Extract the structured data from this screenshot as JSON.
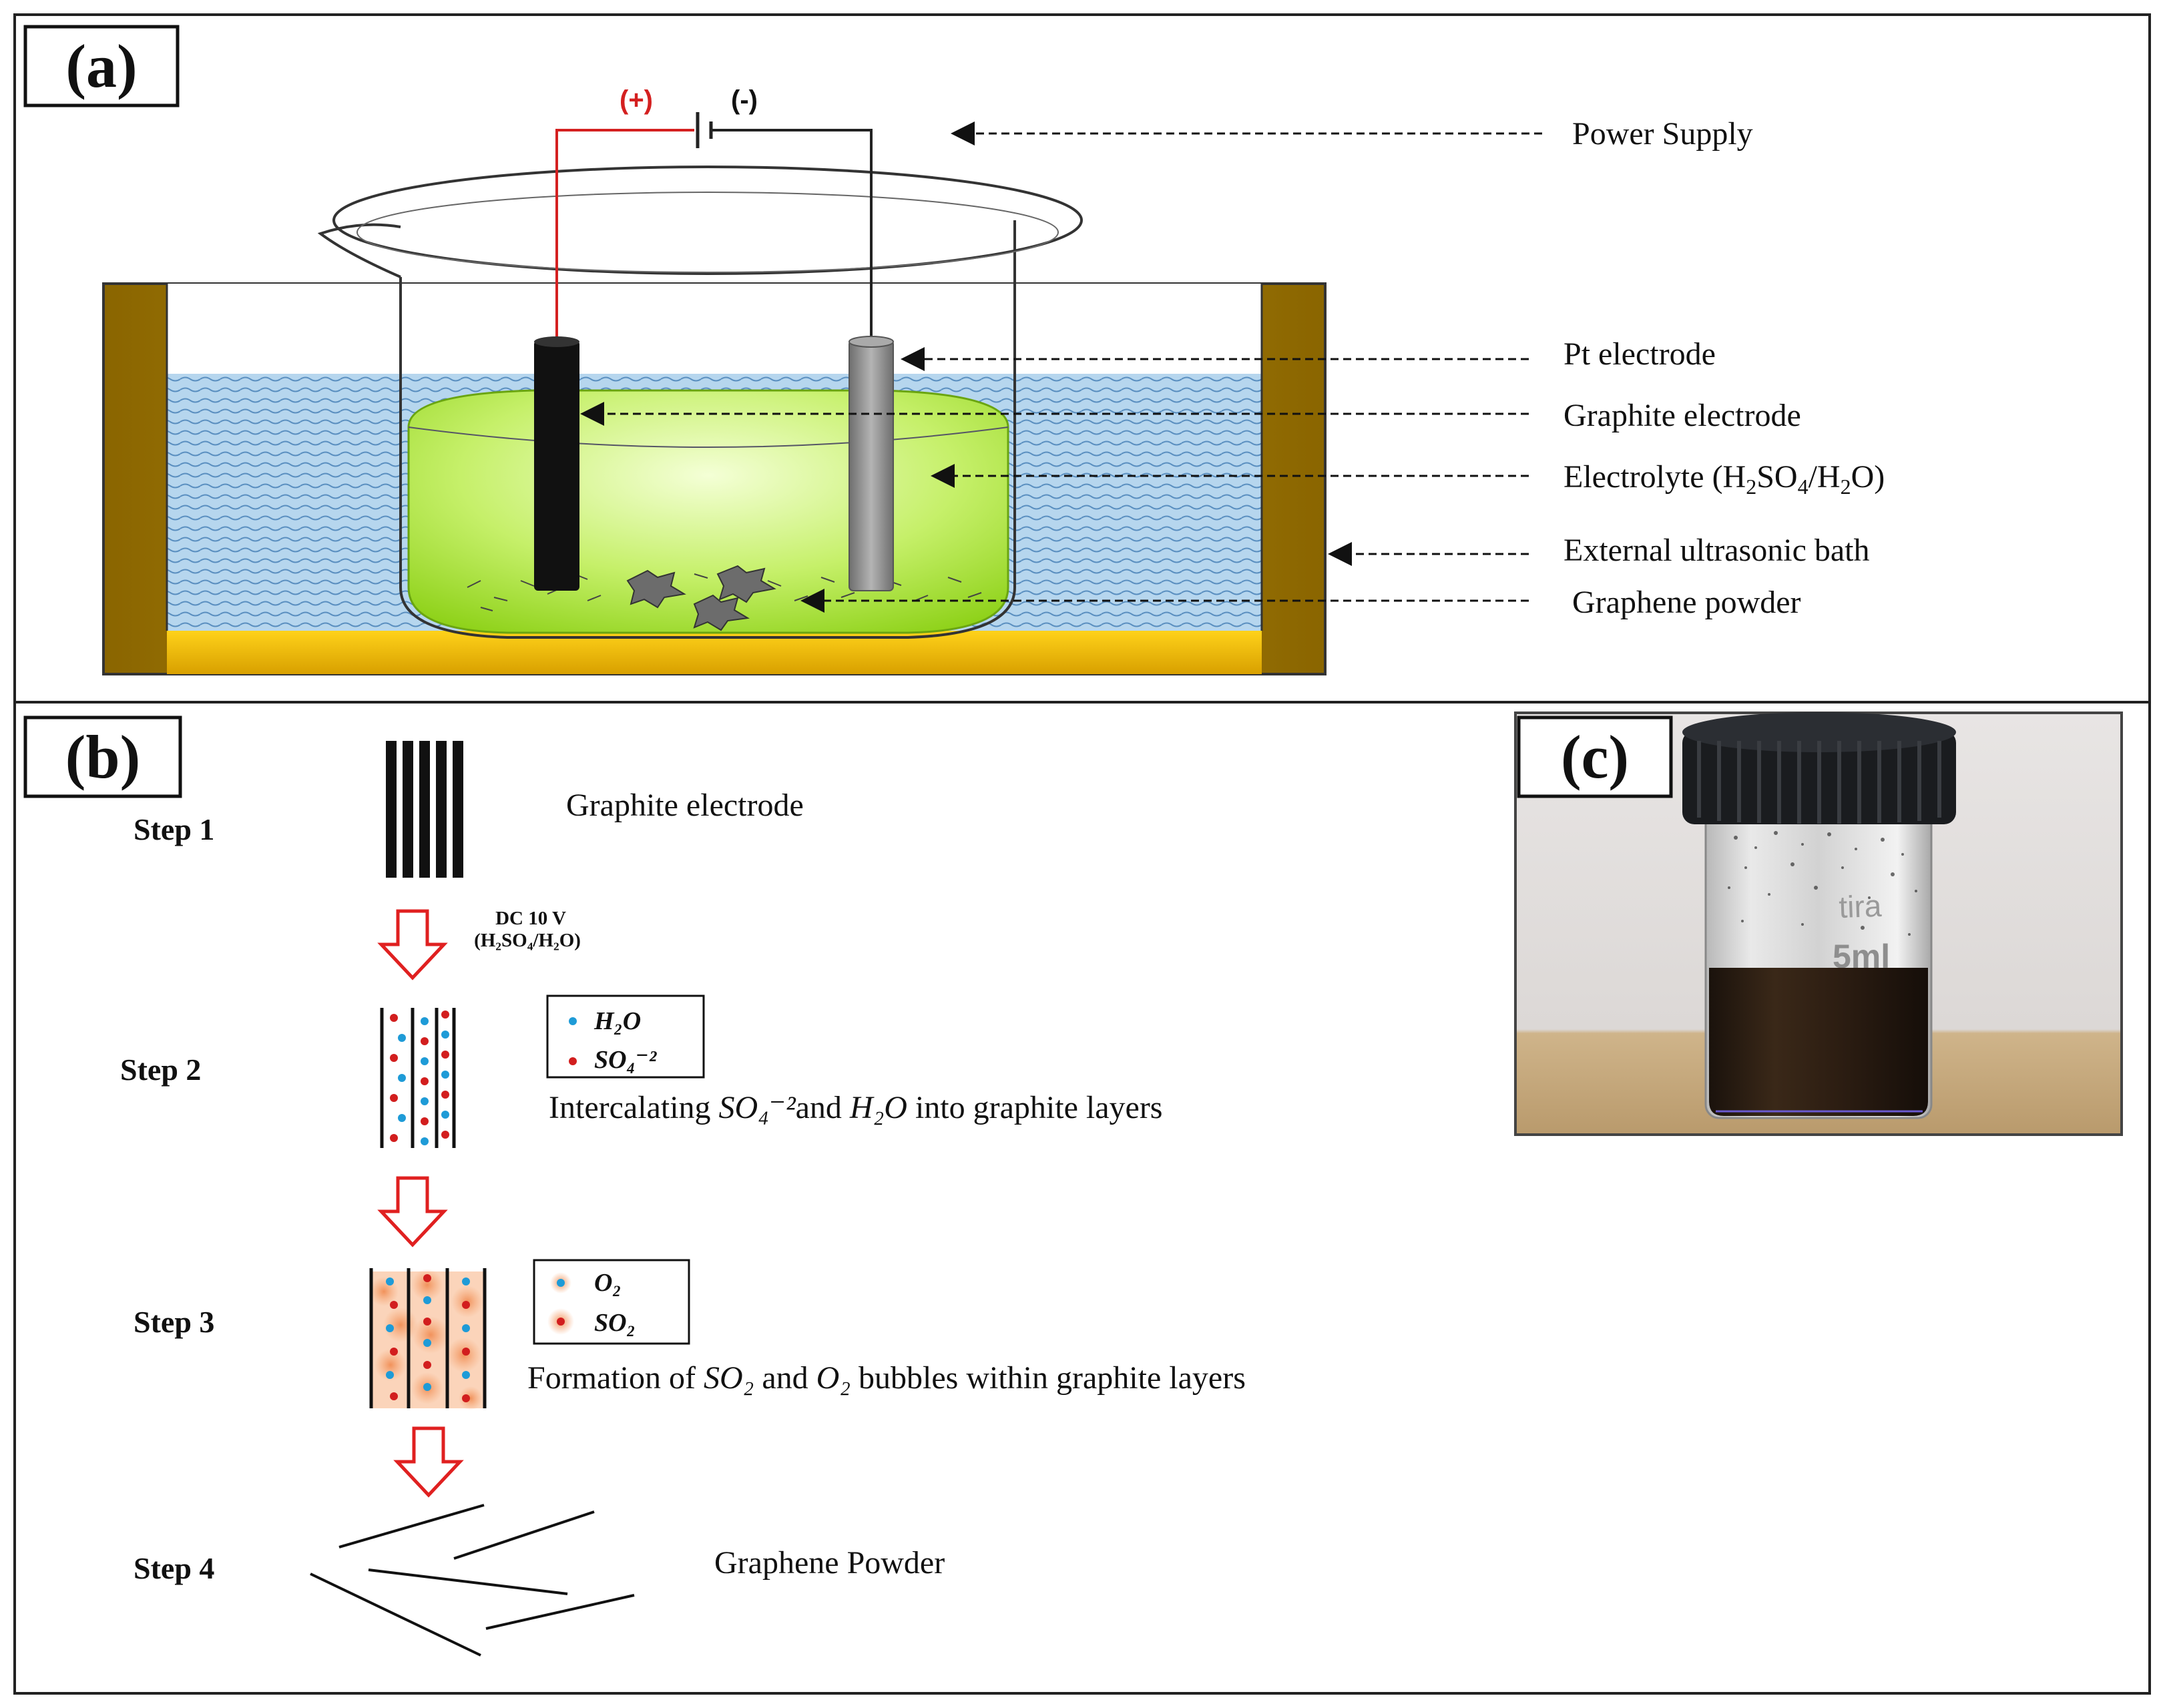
{
  "panels": {
    "a": "(a)",
    "b": "(b)",
    "c": "(c)"
  },
  "circuit": {
    "positive": "(+)",
    "negative": "(-)"
  },
  "labels": {
    "power_supply": "Power Supply",
    "pt_electrode": "Pt electrode",
    "graphite_electrode": "Graphite electrode",
    "electrolyte_prefix": "Electrolyte (H",
    "electrolyte_s1": "2",
    "electrolyte_mid": "SO",
    "electrolyte_s2": "4",
    "electrolyte_mid2": "/H",
    "electrolyte_s3": "2",
    "electrolyte_suffix": "O)",
    "ultrasonic_bath": "External ultrasonic bath",
    "graphene_powder": "Graphene powder"
  },
  "steps": {
    "step1": "Step 1",
    "step2": "Step 2",
    "step3": "Step 3",
    "step4": "Step 4",
    "step1_text": "Graphite electrode",
    "arrow1_line1": "DC 10 V",
    "arrow1_line2": "(H₂SO₄/H₂O)",
    "step2_legend_water": "H₂O",
    "step2_legend_sulfate": "SO₄⁻²",
    "step2_text_a": "Intercalating ",
    "step2_text_b": "SO₄⁻²",
    "step2_text_c": "and ",
    "step2_text_d": "H₂O",
    "step2_text_e": " into graphite layers",
    "step3_legend_o2": "O₂",
    "step3_legend_so2": "SO₂",
    "step3_text_a": "Formation of ",
    "step3_text_b": "SO₂",
    "step3_text_c": " and ",
    "step3_text_d": "O₂",
    "step3_text_e": " bubbles within graphite layers",
    "step4_text": "Graphene Powder"
  },
  "photo": {
    "vial_marks": "tira",
    "vial_volume": "5ml"
  },
  "colors": {
    "wire_positive": "#d42020",
    "wire_negative": "#222222",
    "bath_frame": "#a07800",
    "bath_water": "#a9cde8",
    "electrolyte": "#a6e22e",
    "graphite": "#111111",
    "pt": "#8a8a8a",
    "arrow": "#e02020",
    "water_dot": "#1e9bd7",
    "sulfate_dot": "#d21e1e",
    "bubble_glow": "#f5a36e"
  }
}
